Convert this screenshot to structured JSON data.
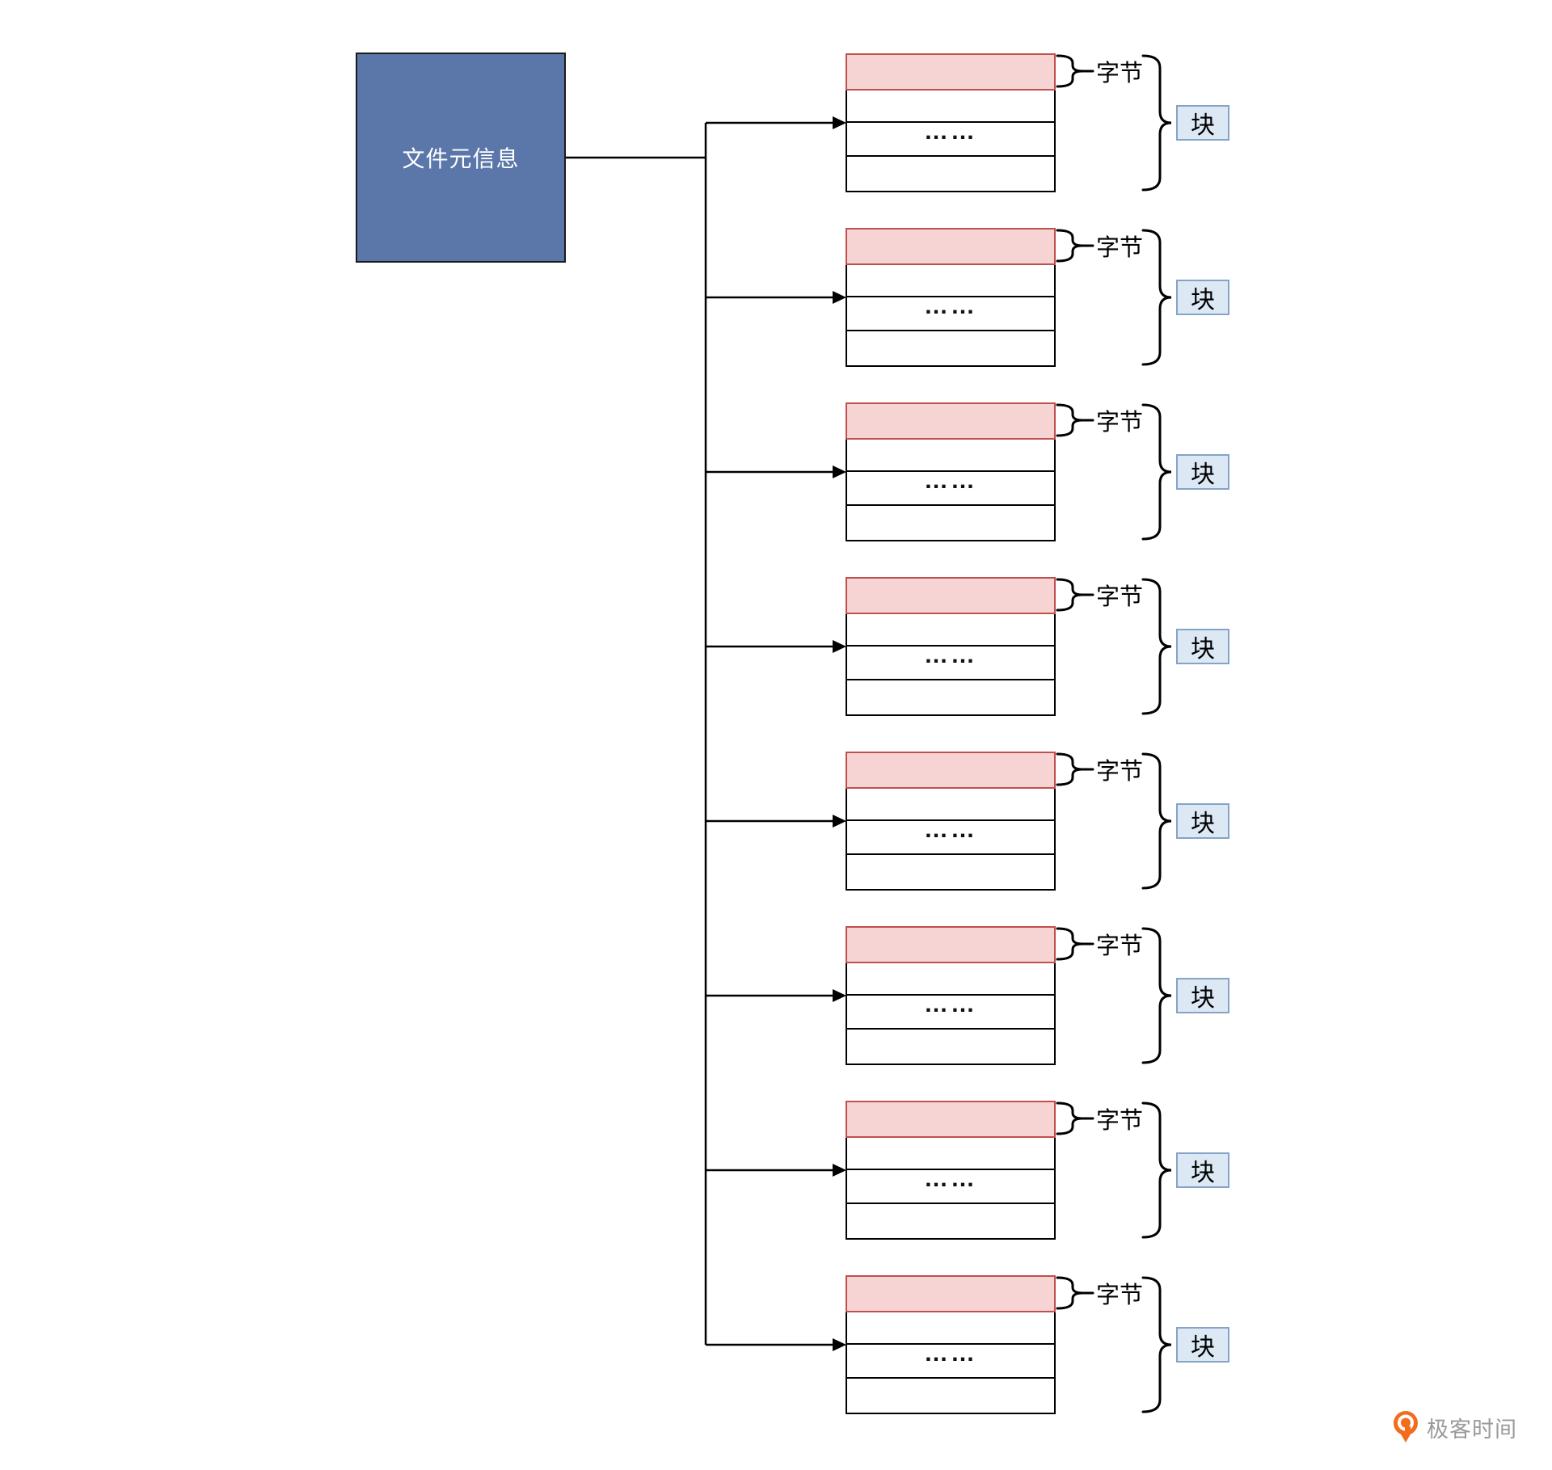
{
  "diagram": {
    "meta_box": {
      "label": "文件元信息"
    },
    "blocks": [
      {
        "byte_label": "字节",
        "block_label": "块",
        "ellipsis": "……"
      },
      {
        "byte_label": "字节",
        "block_label": "块",
        "ellipsis": "……"
      },
      {
        "byte_label": "字节",
        "block_label": "块",
        "ellipsis": "……"
      },
      {
        "byte_label": "字节",
        "block_label": "块",
        "ellipsis": "……"
      },
      {
        "byte_label": "字节",
        "block_label": "块",
        "ellipsis": "……"
      },
      {
        "byte_label": "字节",
        "block_label": "块",
        "ellipsis": "……"
      },
      {
        "byte_label": "字节",
        "block_label": "块",
        "ellipsis": "……"
      },
      {
        "byte_label": "字节",
        "block_label": "块",
        "ellipsis": "……"
      }
    ]
  },
  "footer": {
    "brand_text": "极客时间",
    "logo_icon": "geektime-pin-icon"
  },
  "colors": {
    "meta_box_fill": "#5B76A9",
    "byte_row_fill": "#F7D4D4",
    "byte_row_border": "#C0504D",
    "block_chip_fill": "#DCE9F5",
    "block_chip_border": "#85A3C7",
    "line_color": "#000000",
    "logo_orange": "#F26C1D",
    "brand_text_color": "#9A9A9A"
  }
}
